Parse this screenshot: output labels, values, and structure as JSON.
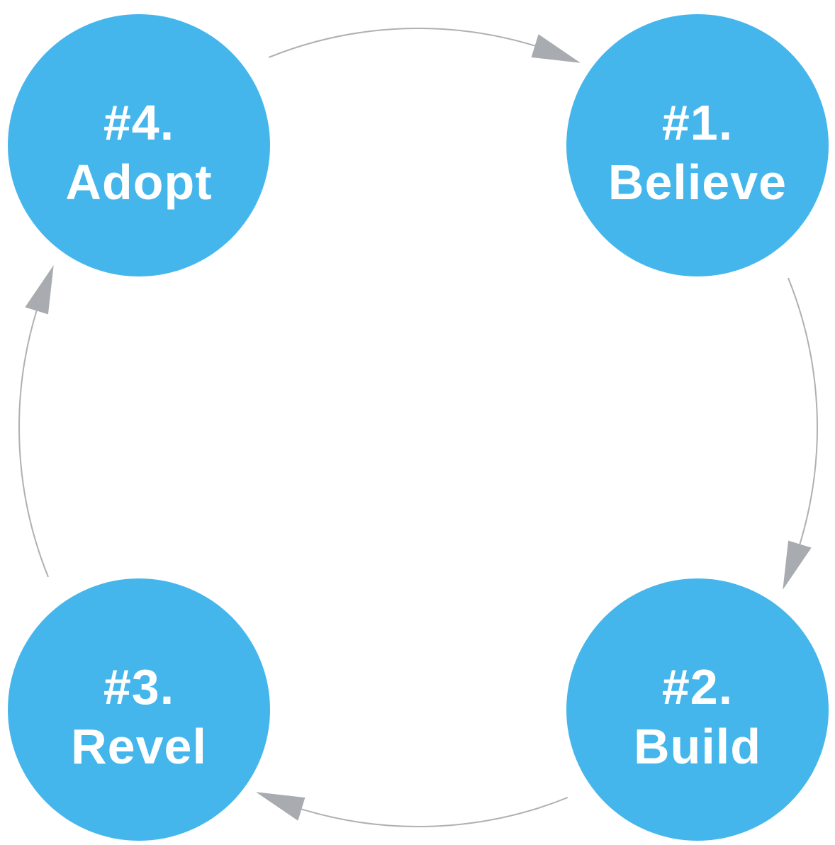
{
  "diagram": {
    "type": "cycle",
    "direction": "clockwise",
    "nodes": [
      {
        "id": "believe",
        "number": "#1.",
        "label": "Believe",
        "position": "top-right"
      },
      {
        "id": "build",
        "number": "#2.",
        "label": "Build",
        "position": "bottom-right"
      },
      {
        "id": "revel",
        "number": "#3.",
        "label": "Revel",
        "position": "bottom-left"
      },
      {
        "id": "adopt",
        "number": "#4.",
        "label": "Adopt",
        "position": "top-left"
      }
    ],
    "arrows": [
      {
        "from": "adopt",
        "to": "believe",
        "side": "top"
      },
      {
        "from": "believe",
        "to": "build",
        "side": "right"
      },
      {
        "from": "build",
        "to": "revel",
        "side": "bottom"
      },
      {
        "from": "revel",
        "to": "adopt",
        "side": "left"
      }
    ],
    "colors": {
      "node_fill": "#45b6ec",
      "node_text": "#ffffff",
      "arrow_line": "#aeb0b4",
      "arrow_head": "#a8abaf",
      "background": "#ffffff"
    }
  }
}
